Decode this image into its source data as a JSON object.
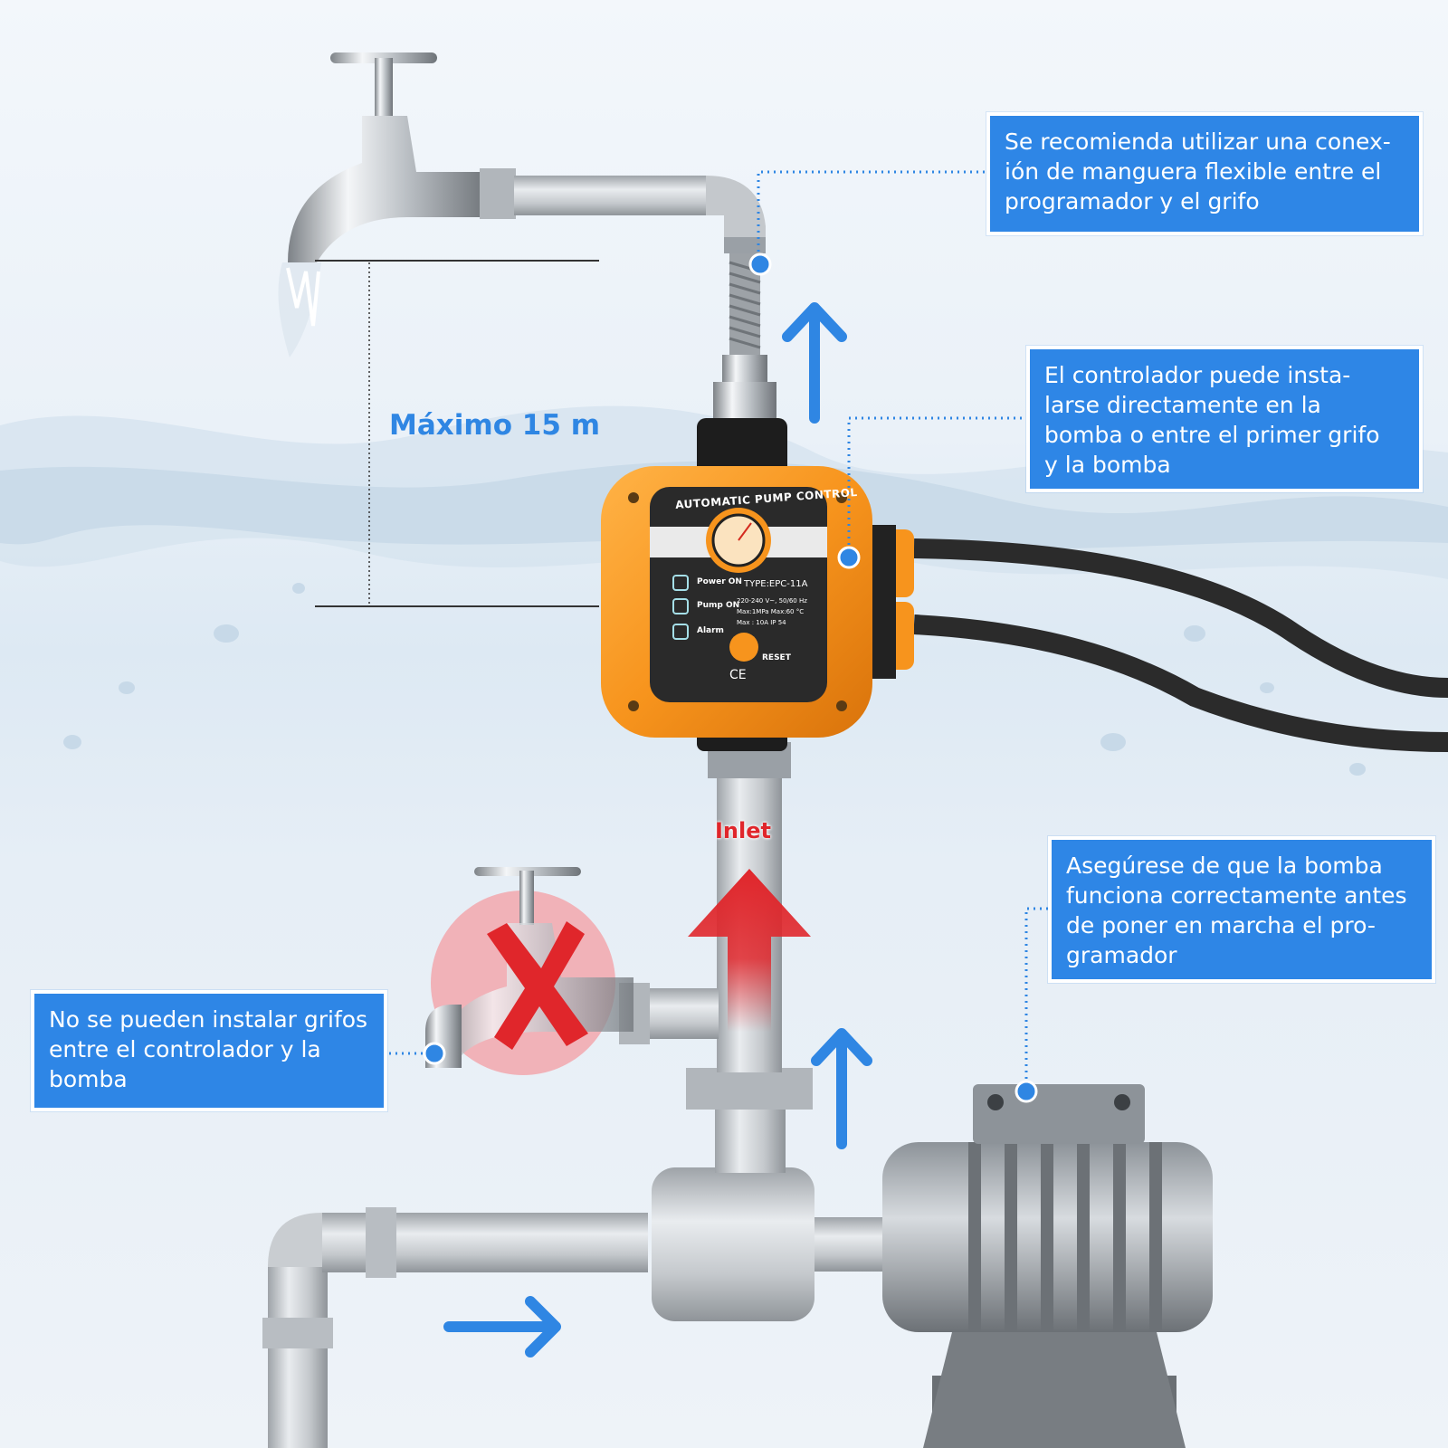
{
  "callouts": {
    "flexible_hose": [
      "Se recomienda utilizar una conex-",
      "ión de manguera flexible entre el",
      "programador y el grifo"
    ],
    "controller_install": [
      "El controlador puede insta-",
      "larse directamente en la",
      "bomba o entre el primer grifo",
      "y la bomba"
    ],
    "pump_check": [
      "Asegúrese de que la bomba",
      "funciona correctamente antes",
      "de poner en marcha el pro-",
      "gramador"
    ],
    "no_taps": [
      "No se pueden instalar grifos",
      "entre el controlador y la",
      "bomba"
    ]
  },
  "labels": {
    "max_height": "Máximo 15 m",
    "inlet": "Inlet"
  },
  "device": {
    "title": "AUTOMATIC PUMP CONTROL",
    "type": "TYPE:EPC-11A",
    "indicators": [
      "Power ON",
      "Pump ON",
      "Alarm"
    ],
    "specs": [
      "220-240 V~, 50/60 Hz",
      "Max:1MPa  Max:60 °C",
      "Max : 10A      IP 54"
    ],
    "reset": "RESET",
    "marks": "CE"
  },
  "colors": {
    "callout_bg": "#2e86e6",
    "accent_blue": "#2f86e3",
    "inlet_red": "#e0262b",
    "device_orange": "#f7941d",
    "no_tap_circle": "#f2a7ad"
  }
}
